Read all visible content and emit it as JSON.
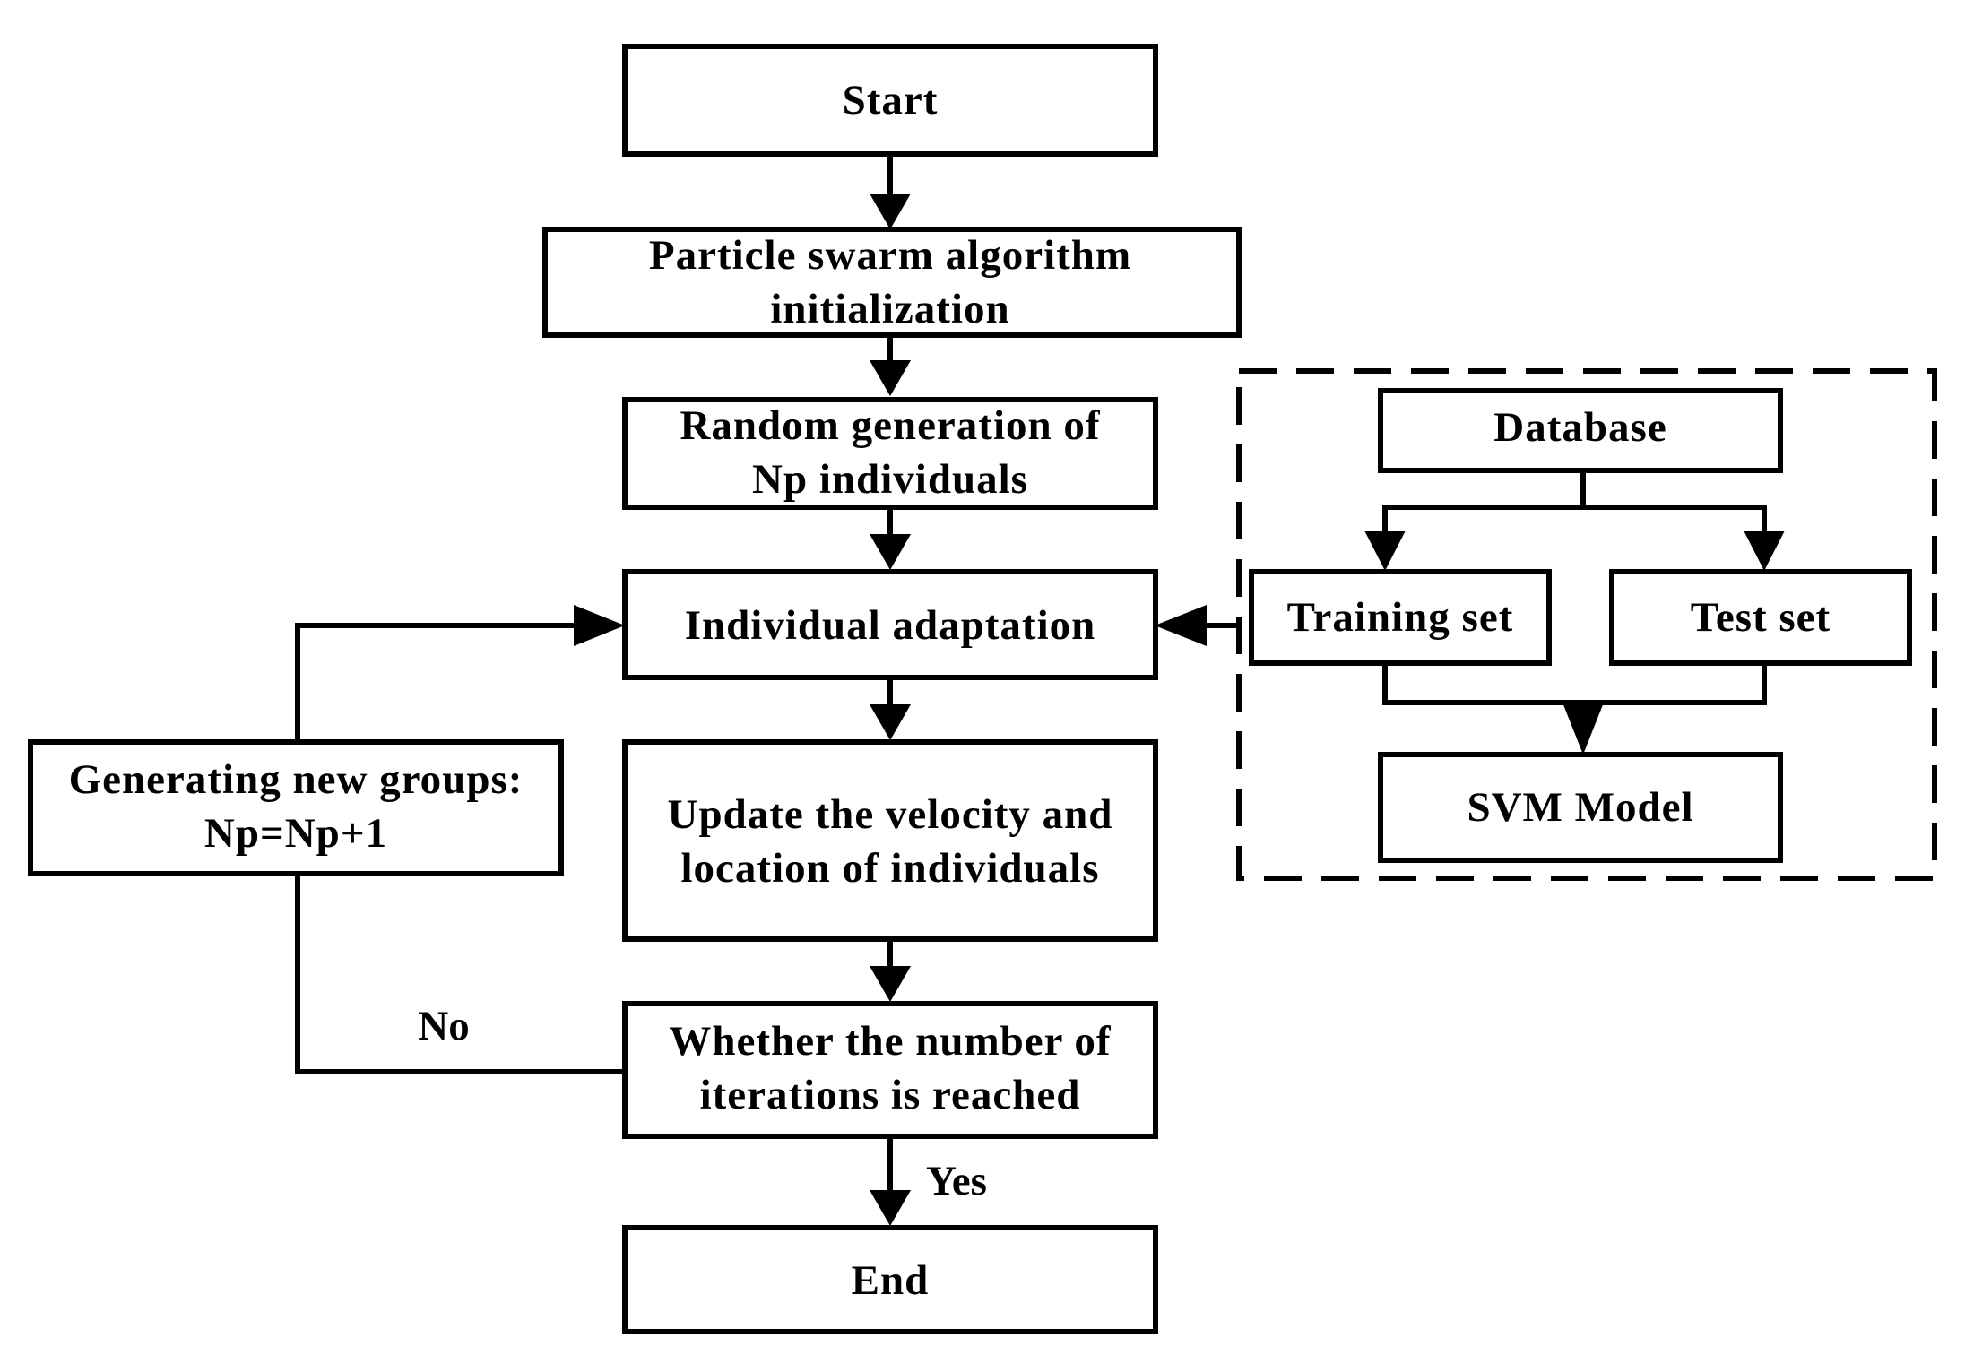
{
  "diagram": {
    "nodes": {
      "start": [
        "Start"
      ],
      "pso_init": [
        "Particle swarm algorithm",
        "initialization"
      ],
      "random_gen": [
        "Random generation of",
        "Np individuals"
      ],
      "adaptation": [
        "Individual adaptation"
      ],
      "update": [
        "Update the velocity and",
        "location of individuals"
      ],
      "check": [
        "Whether the number of",
        "iterations is reached"
      ],
      "end": [
        "End"
      ],
      "new_groups": [
        "Generating new groups:",
        "Np=Np+1"
      ],
      "database": [
        "Database"
      ],
      "training_set": [
        "Training set"
      ],
      "test_set": [
        "Test set"
      ],
      "svm_model": [
        "SVM Model"
      ]
    },
    "edge_labels": {
      "no": "No",
      "yes": "Yes"
    }
  }
}
